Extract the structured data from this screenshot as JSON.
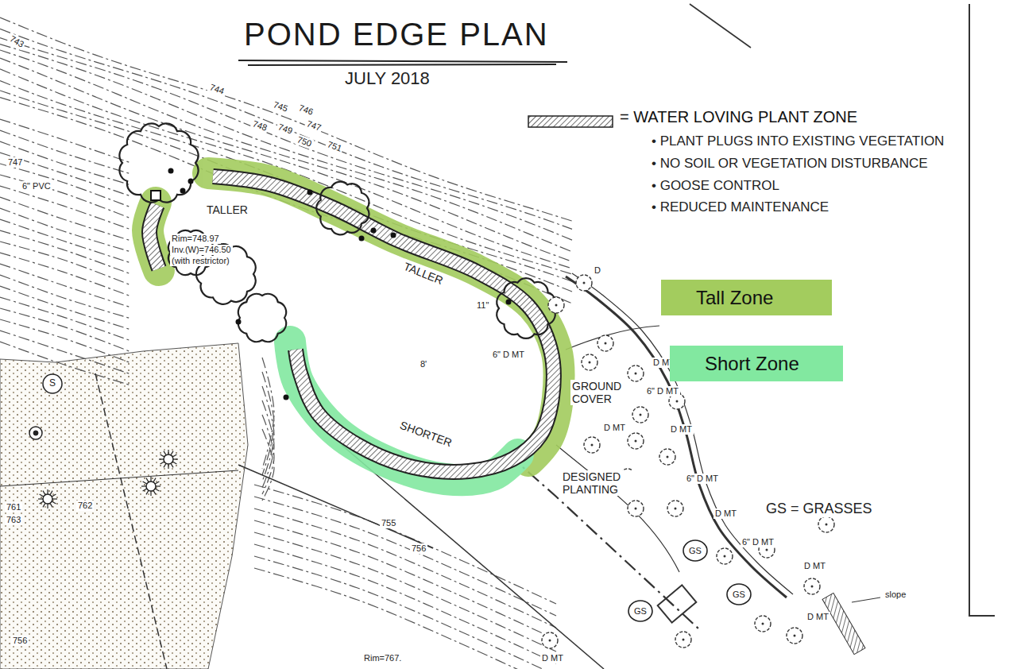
{
  "diagram": {
    "title": "POND EDGE PLAN",
    "labels": [
      "JULY 2018",
      "• PLANT PLUGS INTO EXISTING VEGETATION",
      "• NO SOIL OR VEGETATION DISTURBANCE",
      "• GOOSE CONTROL",
      "• REDUCED MAINTENANCE",
      "TALLER",
      "Rim=748.97",
      "Inv.(W)=746.50",
      "(with restrictor)",
      "TALLER",
      "SHORTER",
      "GROUND COVER",
      "DESIGNED PLANTING",
      "GS = GRASSES",
      "GS",
      "GS",
      "GS",
      "743",
      "744",
      "745",
      "746",
      "748",
      "749",
      "747",
      "750",
      "751",
      "747",
      "6\" PVC",
      "8'",
      "11\"",
      "6\" D MT",
      "D",
      "D MT",
      "6\" D MT",
      "D MT",
      "D MT",
      "6\" D MT",
      "D MT",
      "6\" D MT",
      "D MT",
      "D MT",
      "D MT",
      "755",
      "756",
      "761",
      "762",
      "763",
      "756",
      "Rim=767.",
      "slope",
      "S"
    ],
    "legend": [
      {
        "text": "= WATER LOVING PLANT ZONE"
      },
      {
        "text": "Tall Zone",
        "color": "#a3cc5e"
      },
      {
        "text": "Short Zone",
        "color": "#82e8a0"
      }
    ]
  }
}
